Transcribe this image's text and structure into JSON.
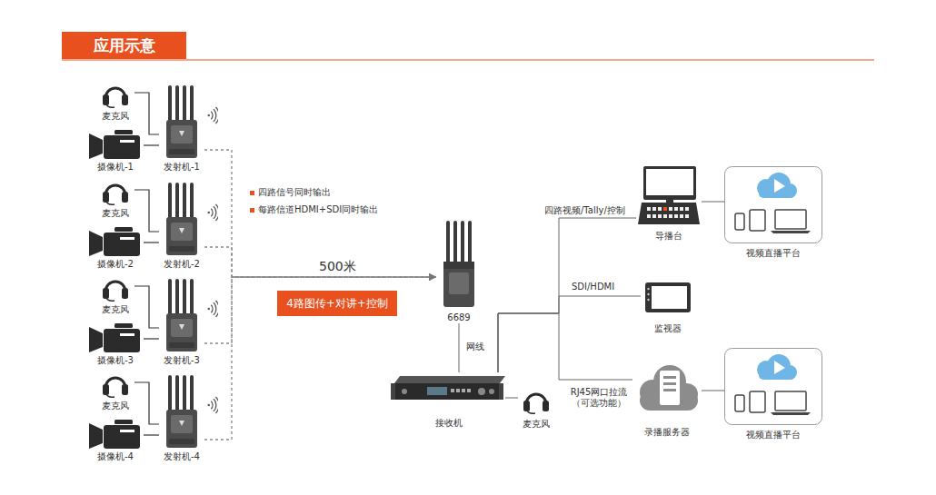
{
  "diagram": {
    "title": "应用示意",
    "nodes": [
      {
        "text": [
          "麦克风"
        ]
      },
      {
        "text": [
          "摄像机-1"
        ]
      },
      {
        "text": [
          "发射机-1"
        ]
      },
      {
        "text": [
          "麦克风"
        ]
      },
      {
        "text": [
          "摄像机-2"
        ]
      },
      {
        "text": [
          "发射机-2"
        ]
      },
      {
        "text": [
          "麦克风"
        ]
      },
      {
        "text": [
          "摄像机-3"
        ]
      },
      {
        "text": [
          "发射机-3"
        ]
      },
      {
        "text": [
          "麦克风"
        ]
      },
      {
        "text": [
          "摄像机-4"
        ]
      },
      {
        "text": [
          "发射机-4"
        ]
      },
      {
        "text": [
          "4路图传+对讲+控制"
        ]
      },
      {
        "text": [
          "6689"
        ]
      },
      {
        "text": [
          "接收机"
        ]
      },
      {
        "text": [
          "麦克风"
        ]
      },
      {
        "text": [
          "导播台"
        ]
      },
      {
        "text": [
          "视频直播平台"
        ]
      },
      {
        "text": [
          "监视器"
        ]
      },
      {
        "text": [
          "录播服务器"
        ]
      },
      {
        "text": [
          "视频直播平台"
        ]
      }
    ],
    "edges": [
      {
        "from": 0,
        "to": 2,
        "arrow": "none"
      },
      {
        "from": 1,
        "to": 2,
        "arrow": "none"
      },
      {
        "from": 3,
        "to": 5,
        "arrow": "none"
      },
      {
        "from": 4,
        "to": 5,
        "arrow": "none"
      },
      {
        "from": 6,
        "to": 8,
        "arrow": "none"
      },
      {
        "from": 7,
        "to": 8,
        "arrow": "none"
      },
      {
        "from": 9,
        "to": 11,
        "arrow": "none"
      },
      {
        "from": 10,
        "to": 11,
        "arrow": "none"
      },
      {
        "from": 2,
        "to": 13,
        "arrow": "to"
      },
      {
        "from": 5,
        "to": 13,
        "arrow": "to"
      },
      {
        "from": 8,
        "to": 13,
        "arrow": "to"
      },
      {
        "from": 11,
        "to": 13,
        "arrow": "to"
      },
      {
        "from": 13,
        "to": 14,
        "label": "网线",
        "arrow": "none"
      },
      {
        "from": 14,
        "to": 15,
        "arrow": "none"
      },
      {
        "from": 14,
        "to": 16,
        "label": "四路视频/Tally/控制",
        "arrow": "none"
      },
      {
        "from": 14,
        "to": 18,
        "label": "SDI/HDMI",
        "arrow": "none"
      },
      {
        "from": 14,
        "to": 19,
        "label": "RJ45网口拉流 （可选功能）",
        "arrow": "none"
      },
      {
        "from": 16,
        "to": 17,
        "arrow": "none"
      },
      {
        "from": 19,
        "to": 20,
        "arrow": "none"
      }
    ],
    "labels": [
      "四路信号同时输出",
      "每路信道HDMI+SDI同时输出",
      "500米"
    ]
  }
}
